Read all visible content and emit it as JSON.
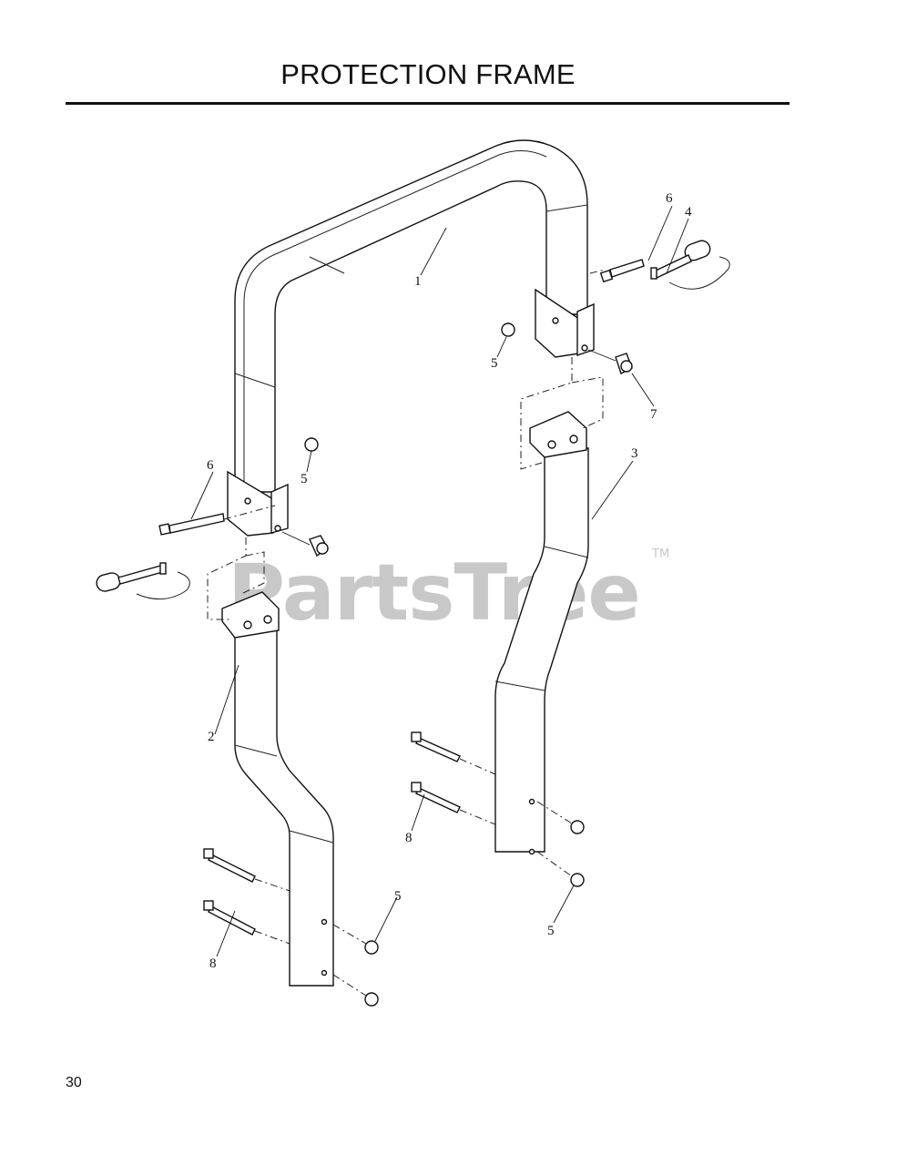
{
  "page": {
    "title": "PROTECTION FRAME",
    "page_number": "30"
  },
  "watermark": {
    "text": "PartsTree",
    "trademark": "TM"
  },
  "callouts": {
    "c1": "1",
    "c2": "2",
    "c3": "3",
    "c4": "4",
    "c5": "5",
    "c6": "6",
    "c7": "7",
    "c8": "8"
  }
}
